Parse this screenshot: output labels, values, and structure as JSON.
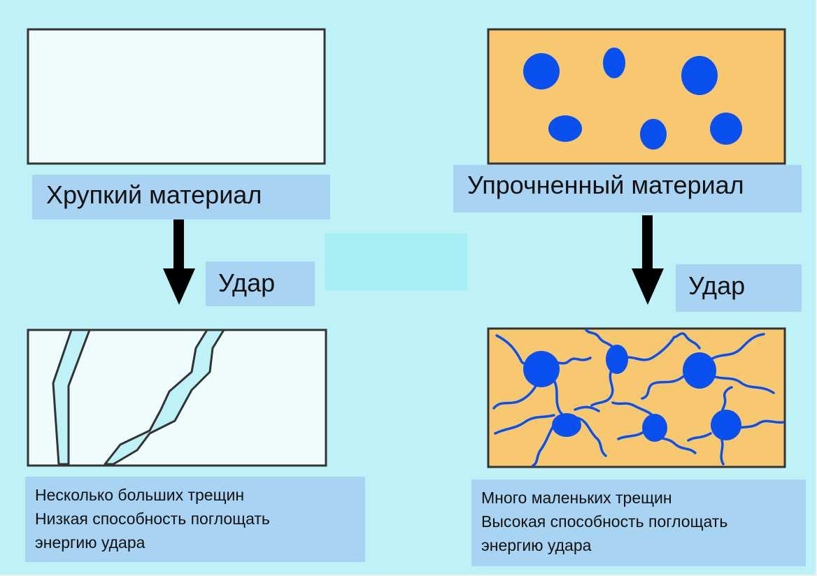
{
  "left": {
    "title": "Хрупкий материал",
    "impact": "Удар",
    "caption": [
      "Несколько больших трещин",
      "Низкая способность поглощать",
      "энергию удара"
    ]
  },
  "right": {
    "title": "Упрочненный материал",
    "impact": "Удар",
    "caption": [
      "Много маленьких трещин",
      "Высокая способность поглощать",
      "энергию удара"
    ]
  },
  "colors": {
    "background": "#bff2f7",
    "label_fill": "#a9d3f3",
    "brittle_fill": "#eefcfd",
    "matrix_fill": "#f7c870",
    "particle_fill": "#0a50f0",
    "crack_fill": "#bff2f7",
    "outline": "#333333"
  }
}
